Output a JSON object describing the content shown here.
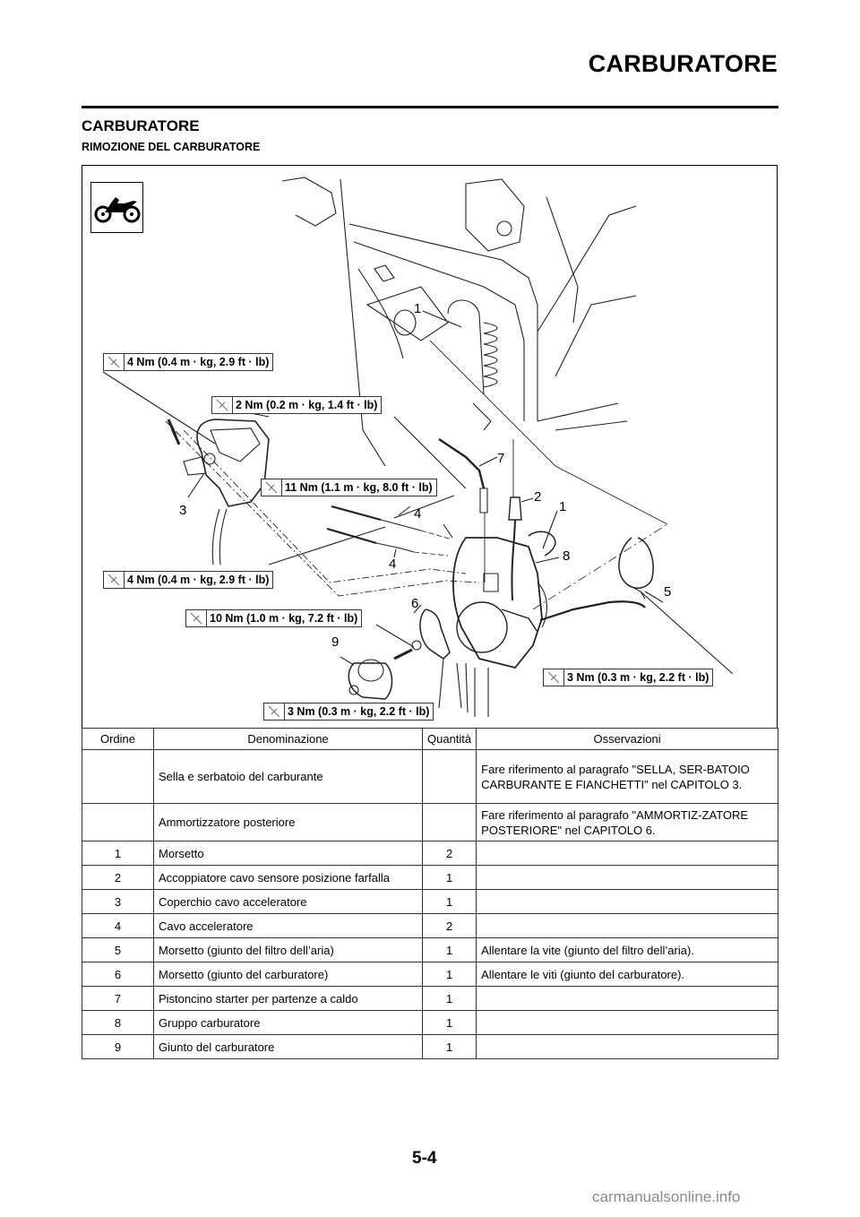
{
  "page": {
    "header_title": "CARBURATORE",
    "section_title": "CARBURATORE",
    "subsection_title": "RIMOZIONE DEL CARBURATORE",
    "page_number": "5-4",
    "watermark": "carmanualsonline.info"
  },
  "figure": {
    "icon": "dirt-bike-icon",
    "torque_labels": [
      {
        "id": "t1",
        "text": "4 Nm (0.4 m · kg, 2.9 ft · lb)"
      },
      {
        "id": "t2",
        "text": "2 Nm (0.2 m · kg, 1.4 ft · lb)"
      },
      {
        "id": "t3",
        "text": "11 Nm (1.1 m · kg, 8.0 ft · lb)"
      },
      {
        "id": "t4",
        "text": "4 Nm (0.4 m · kg, 2.9 ft · lb)"
      },
      {
        "id": "t5",
        "text": "10 Nm (1.0 m · kg, 7.2 ft · lb)"
      },
      {
        "id": "t6",
        "text": "3 Nm (0.3 m · kg, 2.2 ft · lb)"
      },
      {
        "id": "t7",
        "text": "3 Nm (0.3 m · kg, 2.2 ft · lb)"
      }
    ],
    "callouts": [
      "1",
      "3",
      "4",
      "4",
      "7",
      "2",
      "1",
      "8",
      "5",
      "6",
      "9"
    ]
  },
  "table": {
    "headers": [
      "Ordine",
      "Denominazione",
      "Quantità",
      "Osservazioni"
    ],
    "rows": [
      {
        "order": "",
        "name": "Sella e serbatoio del carburante",
        "qty": "",
        "notes": "Fare riferimento al paragrafo \"SELLA, SER-BATOIO CARBURANTE E FIANCHETTI\" nel CAPITOLO 3."
      },
      {
        "order": "",
        "name": "Ammortizzatore posteriore",
        "qty": "",
        "notes": "Fare riferimento al paragrafo \"AMMORTIZ-ZATORE POSTERIORE\" nel CAPITOLO 6."
      },
      {
        "order": "1",
        "name": "Morsetto",
        "qty": "2",
        "notes": ""
      },
      {
        "order": "2",
        "name": "Accoppiatore cavo sensore posizione farfalla",
        "qty": "1",
        "notes": ""
      },
      {
        "order": "3",
        "name": "Coperchio cavo acceleratore",
        "qty": "1",
        "notes": ""
      },
      {
        "order": "4",
        "name": "Cavo acceleratore",
        "qty": "2",
        "notes": ""
      },
      {
        "order": "5",
        "name": "Morsetto (giunto del filtro dell’aria)",
        "qty": "1",
        "notes": "Allentare la vite (giunto del filtro dell’aria)."
      },
      {
        "order": "6",
        "name": "Morsetto (giunto del carburatore)",
        "qty": "1",
        "notes": "Allentare le viti (giunto del carburatore)."
      },
      {
        "order": "7",
        "name": "Pistoncino starter per partenze a caldo",
        "qty": "1",
        "notes": ""
      },
      {
        "order": "8",
        "name": "Gruppo carburatore",
        "qty": "1",
        "notes": ""
      },
      {
        "order": "9",
        "name": "Giunto del carburatore",
        "qty": "1",
        "notes": ""
      }
    ]
  }
}
